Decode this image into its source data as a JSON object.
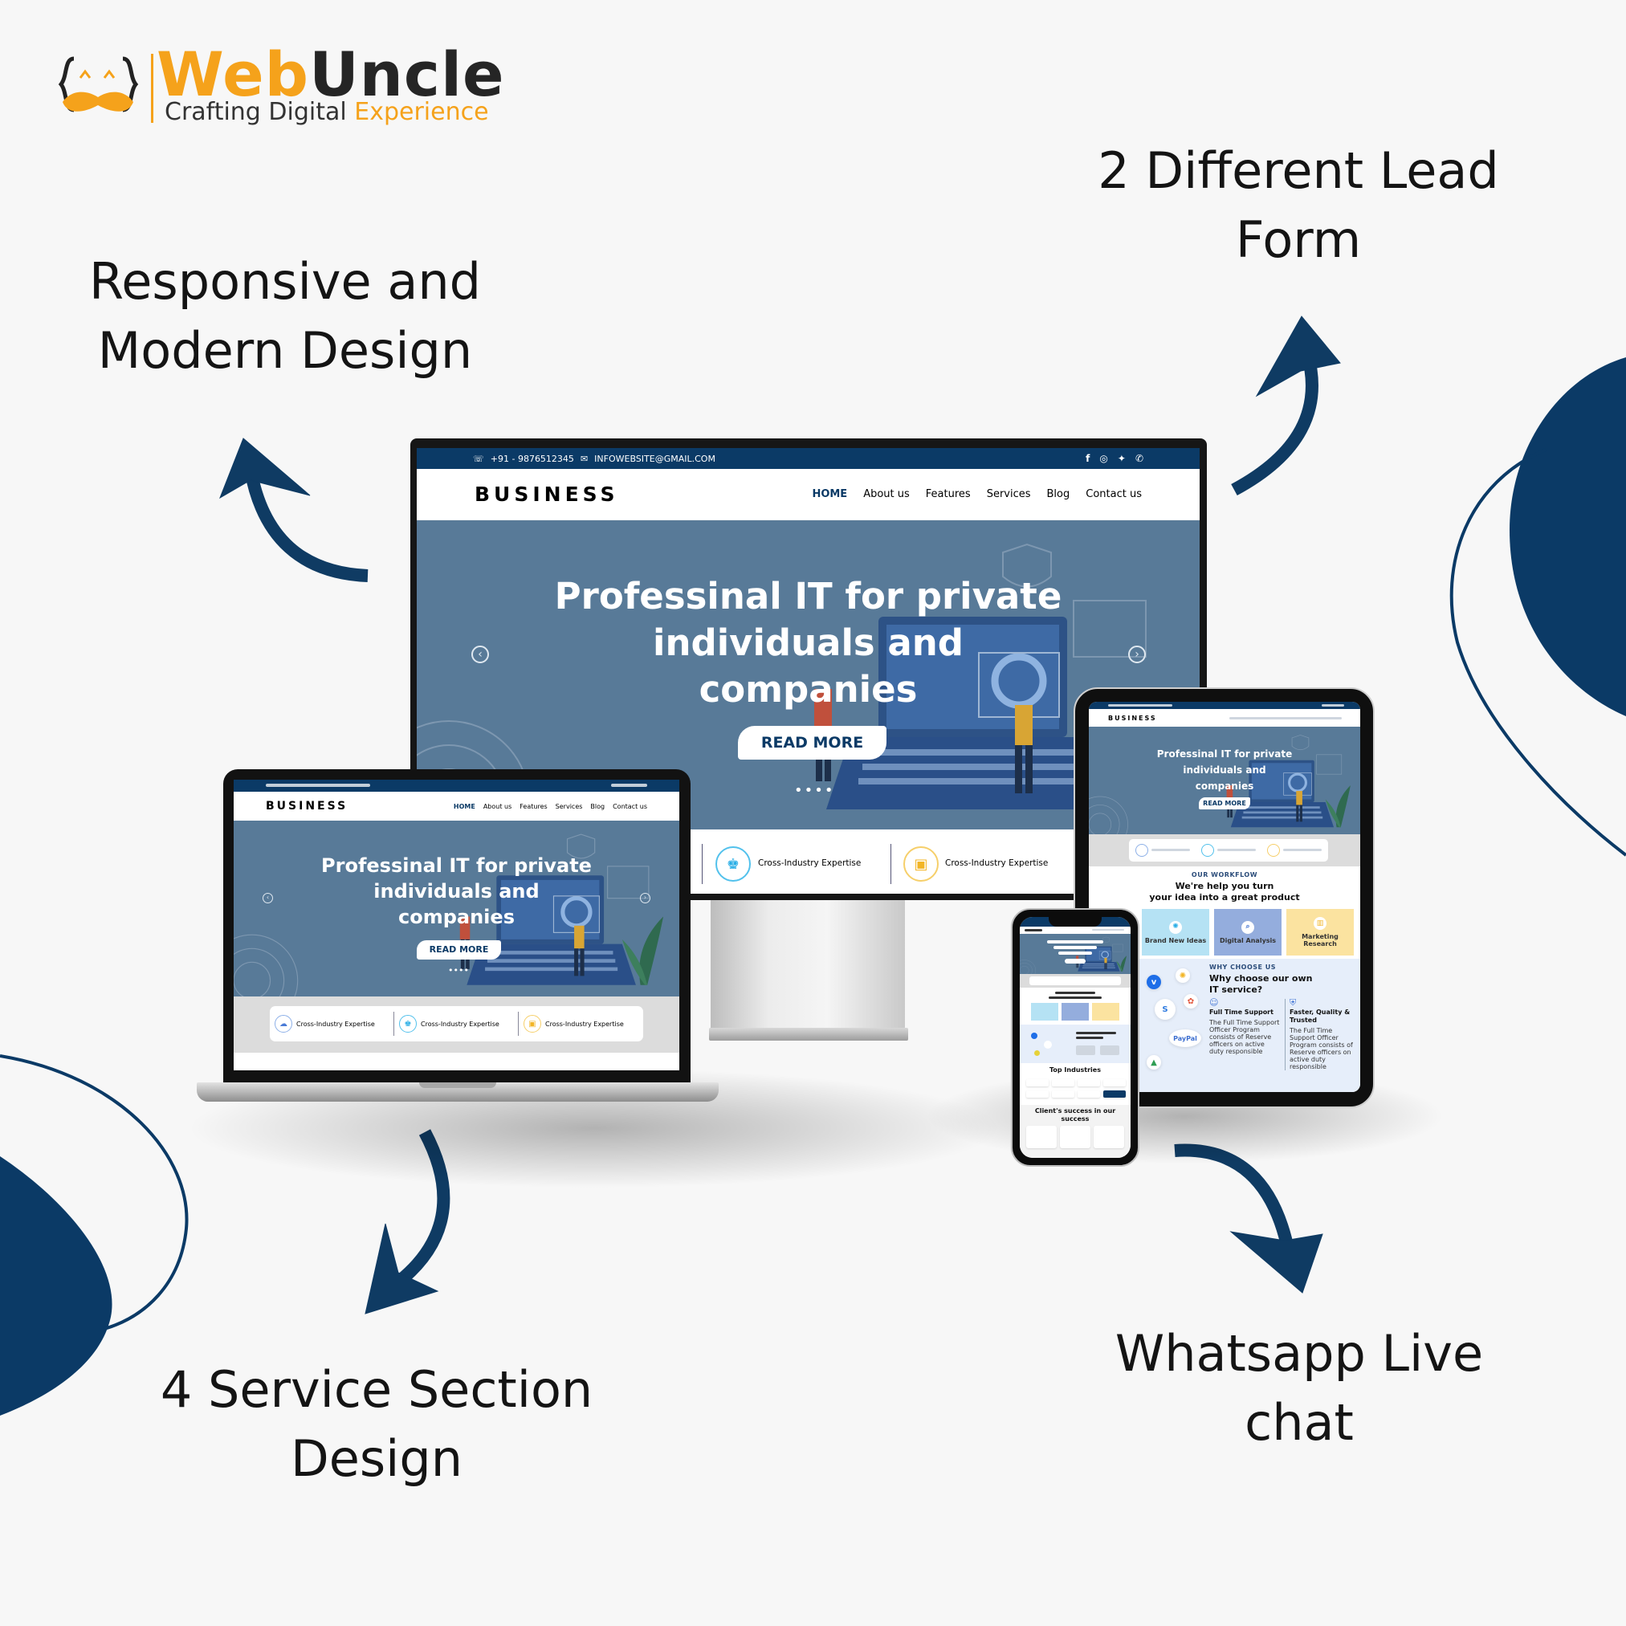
{
  "brand": {
    "name_part1": "Web",
    "name_part2": "Uncle",
    "tagline_part1": "Crafting Digital",
    "tagline_part2": "Experience"
  },
  "features": {
    "top_left": [
      "Responsive and",
      "Modern Design"
    ],
    "top_right": [
      "2 Different Lead",
      "Form"
    ],
    "bottom_left": [
      "4 Service Section",
      "Design"
    ],
    "bottom_right": [
      "Whatsapp Live",
      "chat"
    ]
  },
  "colors": {
    "accent": "#f5a21b",
    "navy": "#0b3a66",
    "arrow": "#0f3b63",
    "hero": "#587a98"
  },
  "site": {
    "topbar": {
      "phone": "+91 - 9876512345",
      "email": "INFOWEBSITE@GMAIL.COM",
      "social": [
        "facebook-icon",
        "instagram-icon",
        "twitter-icon",
        "whatsapp-icon"
      ]
    },
    "logo": "BUSINESS",
    "menu": [
      "HOME",
      "About us",
      "Features",
      "Services",
      "Blog",
      "Contact us"
    ],
    "hero": {
      "title_lines": [
        "Professinal IT for private",
        "individuals and",
        "companies"
      ],
      "button": "READ MORE",
      "dots": "••••"
    },
    "services": [
      "Cross-Industry Expertise",
      "Cross-Industry Expertise",
      "Cross-Industry Expertise"
    ],
    "workflow": {
      "label": "OUR WORKFLOW",
      "title_lines": [
        "We're help you turn",
        "your idea into a great product"
      ],
      "cards": [
        "Brand New Ideas",
        "Digital Analysis",
        "Marketing Research"
      ]
    },
    "why": {
      "label": "WHY CHOOSE US",
      "title_lines": [
        "Why choose our own",
        "IT service?"
      ],
      "bubble_text": "PayPal",
      "items": [
        {
          "title": "Full Time Support",
          "desc": "The Full Time Support Officer Program consists of Reserve officers on active duty responsible"
        },
        {
          "title": "Faster, Quality & Trusted",
          "desc": "The Full Time Support Officer Program consists of Reserve officers on active duty responsible"
        }
      ]
    },
    "industries": {
      "title": "Top Industries"
    },
    "testimonials": {
      "title_lines": [
        "Client's success in our",
        "success"
      ]
    }
  }
}
